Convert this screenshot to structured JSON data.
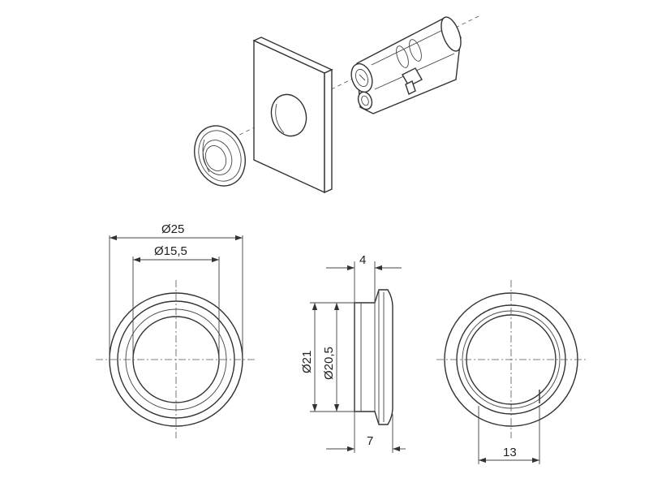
{
  "colors": {
    "line": "#333333",
    "background": "#ffffff"
  },
  "dimensions": {
    "outer_diameter": "Ø25",
    "inner_diameter": "Ø15,5",
    "depth_top": "4",
    "depth_bottom": "7",
    "side_outer_diameter": "Ø21",
    "side_inner_diameter": "Ø20,5",
    "cutout_width": "13"
  }
}
